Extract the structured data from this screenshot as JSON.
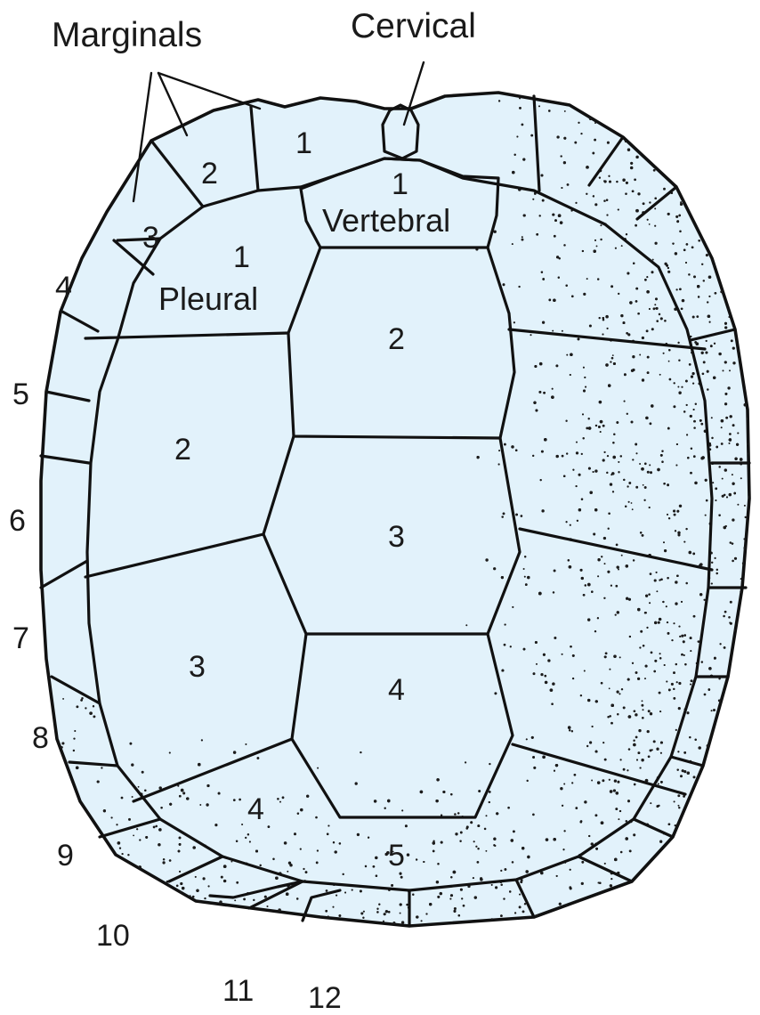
{
  "colors": {
    "shell_fill": "#e2f2fb",
    "line": "#111111",
    "stipple": "#1c1c1c",
    "label": "#1a1a1a",
    "background": "#ffffff"
  },
  "callouts": {
    "marginals": "Marginals",
    "cervical": "Cervical",
    "vertebral": "Vertebral",
    "pleural": "Pleural"
  },
  "marginal_numbers": [
    "1",
    "2",
    "3",
    "4",
    "5",
    "6",
    "7",
    "8",
    "9",
    "10",
    "11",
    "12"
  ],
  "vertebral_numbers": [
    "1",
    "2",
    "3",
    "4",
    "5"
  ],
  "pleural_numbers": [
    "1",
    "2",
    "3",
    "4"
  ]
}
